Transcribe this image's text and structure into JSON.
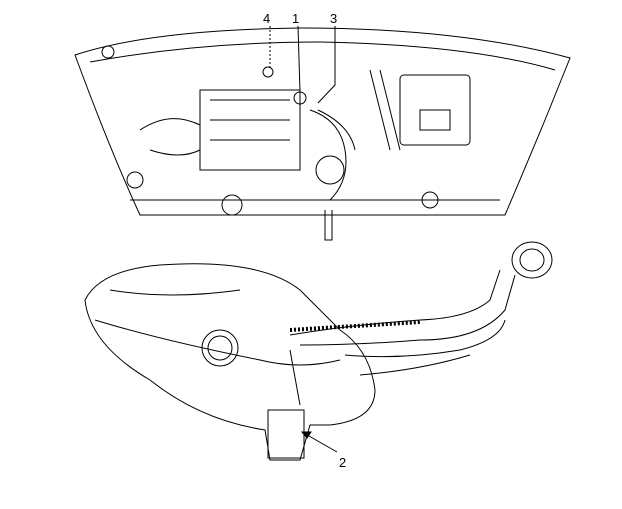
{
  "diagram": {
    "callouts": [
      {
        "id": "4",
        "text": "4"
      },
      {
        "id": "1",
        "text": "1"
      },
      {
        "id": "3",
        "text": "3"
      },
      {
        "id": "2",
        "text": "2"
      }
    ]
  }
}
